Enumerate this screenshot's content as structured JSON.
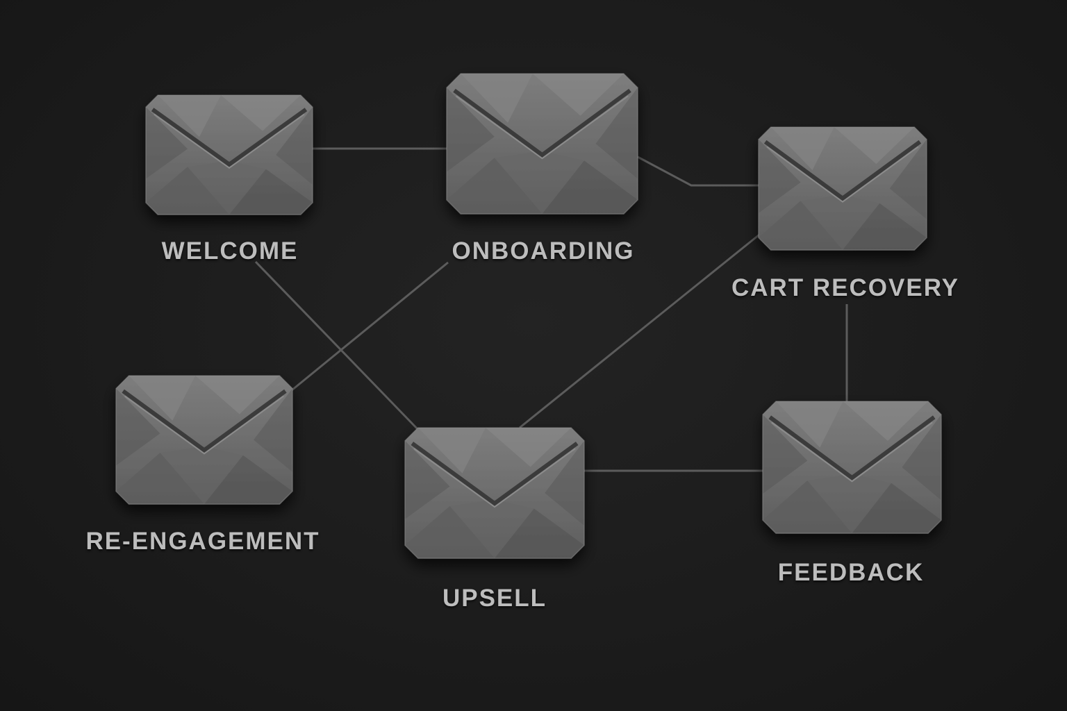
{
  "diagram": {
    "nodes": [
      {
        "id": "welcome",
        "label": "WELCOME",
        "icon": "envelope-icon"
      },
      {
        "id": "onboarding",
        "label": "ONBOARDING",
        "icon": "envelope-icon"
      },
      {
        "id": "cart_recovery",
        "label": "CART RECOVERY",
        "icon": "envelope-icon"
      },
      {
        "id": "re_engagement",
        "label": "RE-ENGAGEMENT",
        "icon": "envelope-icon"
      },
      {
        "id": "upsell",
        "label": "UPSELL",
        "icon": "envelope-icon"
      },
      {
        "id": "feedback",
        "label": "FEEDBACK",
        "icon": "envelope-icon"
      }
    ],
    "edges": [
      {
        "from": "welcome",
        "to": "onboarding"
      },
      {
        "from": "onboarding",
        "to": "cart_recovery"
      },
      {
        "from": "welcome",
        "to": "upsell"
      },
      {
        "from": "onboarding",
        "to": "re_engagement"
      },
      {
        "from": "cart_recovery",
        "to": "upsell"
      },
      {
        "from": "cart_recovery",
        "to": "feedback"
      },
      {
        "from": "upsell",
        "to": "feedback"
      }
    ],
    "colors": {
      "background": "#1c1c1c",
      "connector": "#5c5c5c",
      "envelope_fill": "#6e6e6e",
      "label_text": "#bdbdbd"
    }
  }
}
